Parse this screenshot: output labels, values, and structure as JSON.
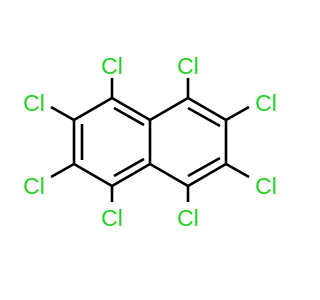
{
  "molecule": {
    "labels": {
      "cl_top_left": "Cl",
      "cl_top_right": "Cl",
      "cl_upper_left": "Cl",
      "cl_upper_right": "Cl",
      "cl_lower_left": "Cl",
      "cl_lower_right": "Cl",
      "cl_bottom_left": "Cl",
      "cl_bottom_right": "Cl"
    },
    "colors": {
      "chlorine": "#1fd21f",
      "bond": "#000000",
      "background": "#ffffff"
    }
  }
}
